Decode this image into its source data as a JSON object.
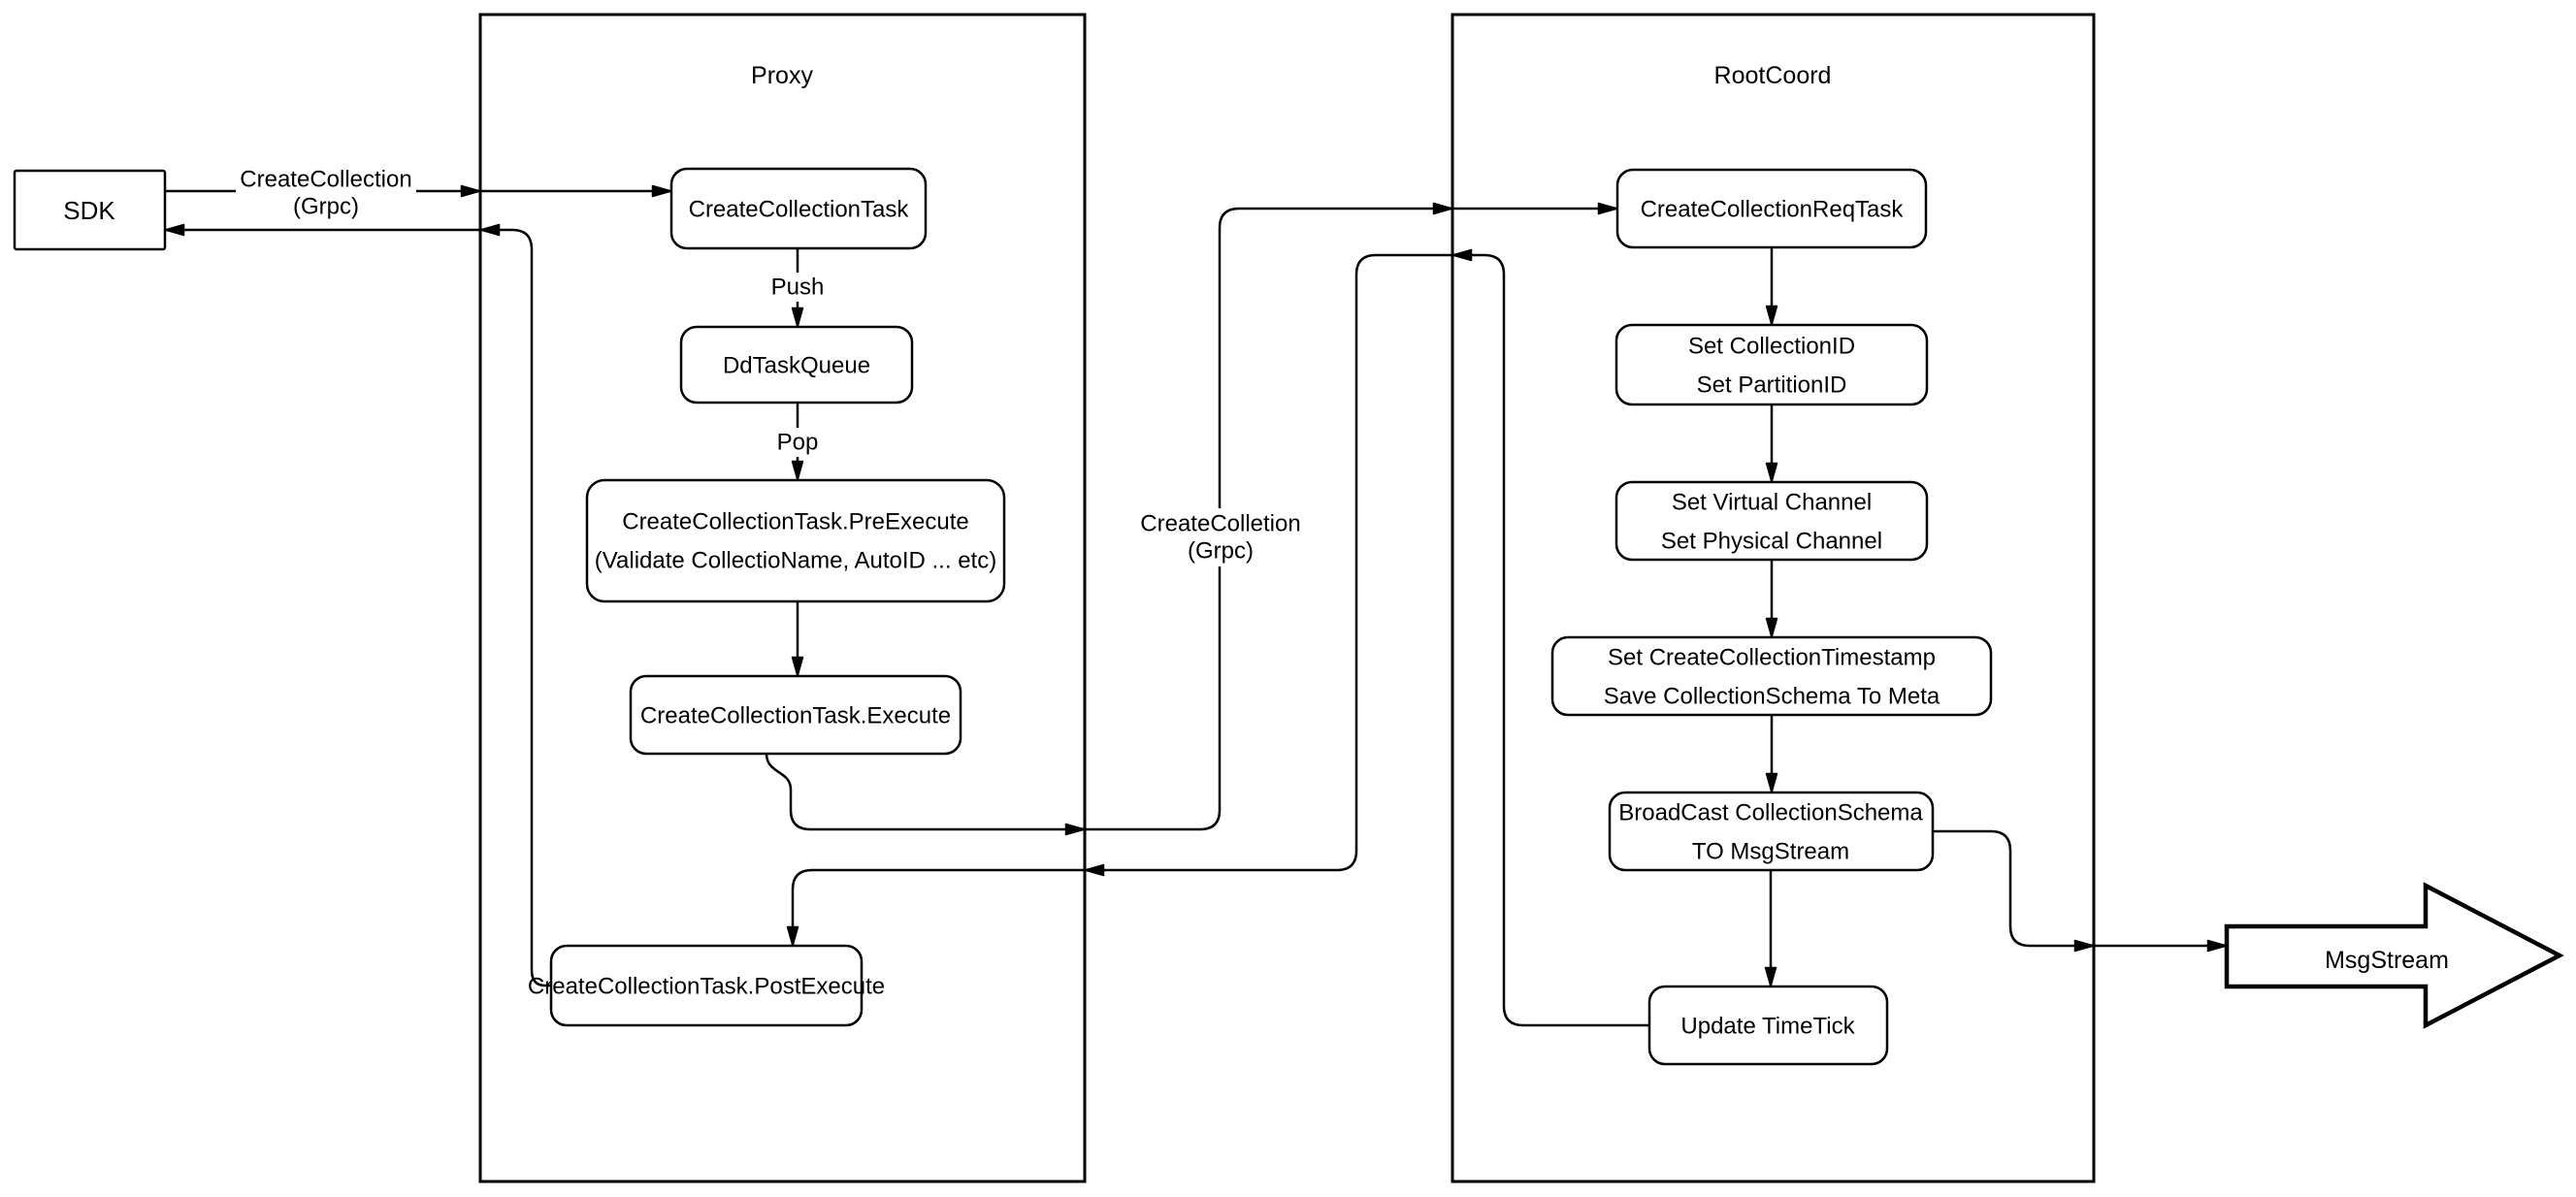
{
  "diagram": {
    "background_color": "#ffffff",
    "line_color": "#000000",
    "containers": {
      "proxy": {
        "title": "Proxy"
      },
      "rootcoord": {
        "title": "RootCoord"
      }
    },
    "nodes": {
      "sdk": {
        "label": "SDK"
      },
      "create_collection_task": {
        "label": "CreateCollectionTask"
      },
      "dd_task_queue": {
        "label": "DdTaskQueue"
      },
      "pre_execute": {
        "line1": "CreateCollectionTask.PreExecute",
        "line2": "(Validate CollectioName, AutoID ... etc)"
      },
      "execute": {
        "label": "CreateCollectionTask.Execute"
      },
      "post_execute": {
        "label": "CreateCollectionTask.PostExecute"
      },
      "req_task": {
        "label": "CreateCollectionReqTask"
      },
      "set_ids": {
        "line1": "Set CollectionID",
        "line2": "Set PartitionID"
      },
      "set_channels": {
        "line1": "Set Virtual Channel",
        "line2": "Set Physical Channel"
      },
      "set_timestamp": {
        "line1": "Set CreateCollectionTimestamp",
        "line2": "Save CollectionSchema To Meta"
      },
      "broadcast": {
        "line1": "BroadCast CollectionSchema",
        "line2": "TO MsgStream"
      },
      "update_time_tick": {
        "label": "Update TimeTick"
      },
      "msg_stream": {
        "label": "MsgStream"
      }
    },
    "edge_labels": {
      "sdk_to_proxy": {
        "line1": "CreateCollection",
        "line2": "(Grpc)"
      },
      "push": "Push",
      "pop": "Pop",
      "proxy_to_rootcoord": {
        "line1": "CreateColletion",
        "line2": "(Grpc)"
      }
    }
  }
}
